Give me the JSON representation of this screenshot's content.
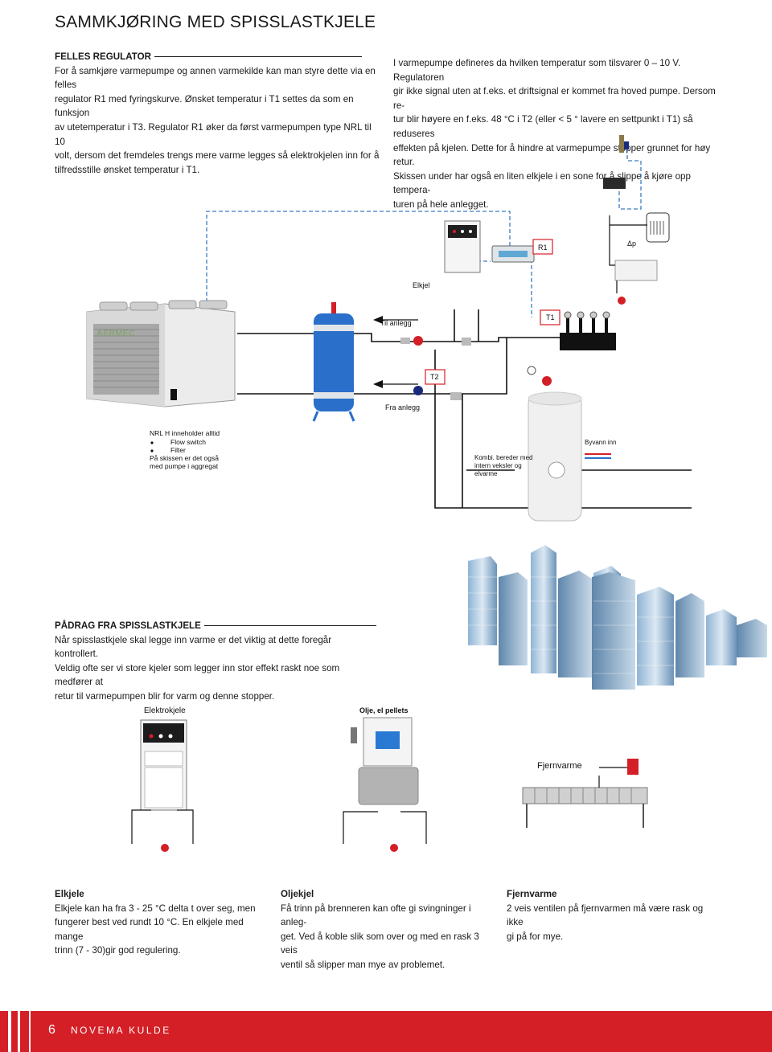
{
  "page": {
    "title": "SAMMKJØRING MED SPISSLASTKJELE",
    "page_number": "6",
    "brand": "NOVEMA KULDE"
  },
  "felles": {
    "heading": "FELLES REGULATOR",
    "lines": [
      "For å samkjøre varmepumpe og annen varmekilde kan man styre dette via en felles",
      "regulator R1 med fyringskurve. Ønsket temperatur i T1 settes da som en funksjon",
      "av utetemperatur i T3. Regulator R1 øker da først varmepumpen type NRL til 10",
      "volt, dersom det fremdeles trengs mere varme legges så elektrokjelen inn for å",
      "tilfredsstille ønsket temperatur i T1."
    ]
  },
  "right_col": {
    "lines": [
      "I varmepumpe defineres da hvilken temperatur som tilsvarer 0 – 10 V. Regulatoren",
      "gir ikke signal uten at f.eks. et driftsignal er kommet fra hoved pumpe. Dersom re-",
      "tur blir høyere en f.eks. 48 °C i T2 (eller < 5 ° lavere en settpunkt i T1) så reduseres",
      "effekten på kjelen. Dette for å hindre at varmepumpe stopper grunnet for høy retur.",
      "Skissen under har også en liten elkjele i en sone for å slippe å kjøre opp tempera-",
      "turen på hele anlegget."
    ]
  },
  "diagram": {
    "label_elkjel": "Elkjel",
    "label_til_anlegg": "Til anlegg",
    "label_fra_anlegg": "Fra anlegg",
    "label_r1": "R1",
    "label_t1": "T1",
    "label_t2": "T2",
    "label_dp": "Δp",
    "brand_unit": "AERMEC",
    "nrl_title": "NRL H inneholder alltid",
    "nrl_items": [
      "Flow switch",
      "Filter"
    ],
    "nrl_note_1": "På skissen er det også",
    "nrl_note_2": "med pumpe i aggregat",
    "kombi_1": "Kombi. bereder med",
    "kombi_2": "intern veksler og",
    "kombi_3": "elvarme",
    "byvann": "Byvann inn"
  },
  "padrag": {
    "heading": "PÅDRAG FRA SPISSLASTKJELE",
    "lines": [
      "Når spisslastkjele skal legge inn varme er det viktig at dette foregår kontrollert.",
      "Veldig ofte ser vi store kjeler som legger inn stor effekt raskt noe som medfører at",
      "retur til varmepumpen blir for varm og denne stopper."
    ]
  },
  "figures": {
    "elektrokjele": "Elektrokjele",
    "olje": "Olje, el pellets",
    "fjernvarme": "Fjernvarme"
  },
  "bottom": {
    "elkjele": {
      "title": "Elkjele",
      "lines": [
        "Elkjele kan ha fra 3 - 25 °C delta t over seg, men",
        "fungerer best ved rundt 10 °C. En elkjele med mange",
        "trinn (7 - 30)gir god regulering."
      ]
    },
    "oljekjel": {
      "title": "Oljekjel",
      "lines": [
        "Få trinn på brenneren kan ofte gi svingninger i anleg-",
        "get. Ved å koble slik som over og med en rask 3 veis",
        "ventil så slipper man mye av problemet."
      ]
    },
    "fjernvarme": {
      "title": "Fjernvarme",
      "lines": [
        "2 veis ventilen på fjernvarmen må være rask og ikke",
        "gi på for mye."
      ]
    }
  },
  "colors": {
    "accent_red": "#d41f26",
    "tank_blue": "#2a6fc9",
    "line_blue": "#3b7cc4"
  }
}
